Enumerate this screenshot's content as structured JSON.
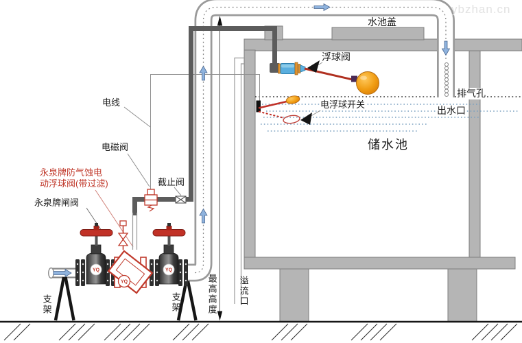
{
  "watermark": "ybzhan.cn",
  "brand_logo": "YQ",
  "labels": {
    "tank_cover": "水池盖",
    "float_valve": "浮球阀",
    "exhaust_hole": "排气孔",
    "water_outlet": "出水口",
    "electric_float_switch": "电浮球开关",
    "storage_tank": "储水池",
    "electric_wire": "电线",
    "solenoid_valve": "电磁阀",
    "stop_valve": "截止阀",
    "anti_cavitation_valve_line1": "永泉牌防气蚀电",
    "anti_cavitation_valve_line2": "动浮球阀(带过滤)",
    "gate_valve": "永泉牌闸阀",
    "support": "支架",
    "max_height": "最高高度",
    "overflow_port": "溢流口"
  },
  "colors": {
    "tank_gray": "#b5b5b5",
    "pipe_outline": "#9a9a9a",
    "dark_pipe": "#5c5c5c",
    "accent_red": "#c0392b",
    "float_ball_orange": "#f09c12",
    "float_valve_blue": "#5aaede",
    "flow_arrow_blue": "#8fb3de",
    "water_line_blue": "#7aa0c0"
  }
}
